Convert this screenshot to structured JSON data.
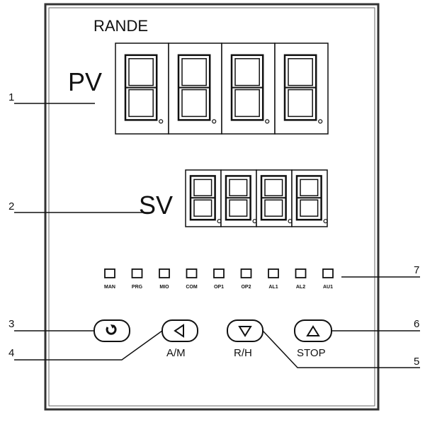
{
  "brand": "RANDE",
  "pv_label": "PV",
  "sv_label": "SV",
  "callouts": [
    "1",
    "2",
    "3",
    "4",
    "5",
    "6",
    "7"
  ],
  "indicators": [
    "MAN",
    "PRG",
    "MIO",
    "COM",
    "OP1",
    "OP2",
    "AL1",
    "AL2",
    "AU1"
  ],
  "buttons": {
    "set": {
      "icon": "cycle-icon",
      "label": ""
    },
    "am": {
      "icon": "left-triangle-icon",
      "label": "A/M"
    },
    "rh": {
      "icon": "down-triangle-icon",
      "label": "R/H"
    },
    "stop": {
      "icon": "up-triangle-icon",
      "label": "STOP"
    }
  }
}
